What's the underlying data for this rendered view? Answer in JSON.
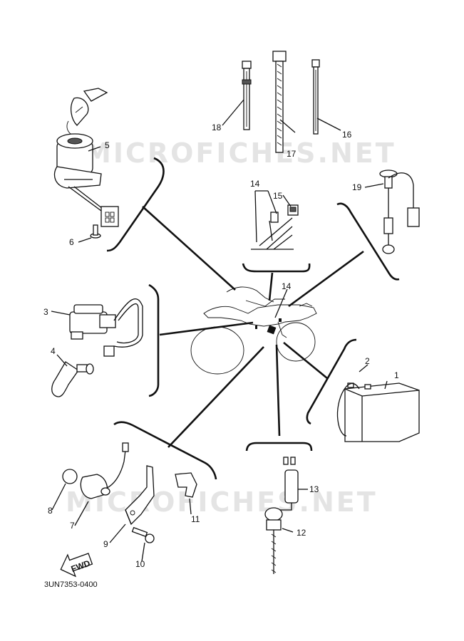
{
  "diagram": {
    "diagram_code": "3UN7353-0400",
    "watermark": "MICROFICHES.NET",
    "direction_marker": "FWD",
    "callouts": [
      {
        "id": "c1",
        "label": "1"
      },
      {
        "id": "c2",
        "label": "2"
      },
      {
        "id": "c3",
        "label": "3"
      },
      {
        "id": "c4",
        "label": "4"
      },
      {
        "id": "c5",
        "label": "5"
      },
      {
        "id": "c6",
        "label": "6"
      },
      {
        "id": "c7",
        "label": "7"
      },
      {
        "id": "c8",
        "label": "8"
      },
      {
        "id": "c9",
        "label": "9"
      },
      {
        "id": "c10",
        "label": "10"
      },
      {
        "id": "c11",
        "label": "11"
      },
      {
        "id": "c12",
        "label": "12"
      },
      {
        "id": "c13",
        "label": "13"
      },
      {
        "id": "c14a",
        "label": "14"
      },
      {
        "id": "c14b",
        "label": "14"
      },
      {
        "id": "c15",
        "label": "15"
      },
      {
        "id": "c16",
        "label": "16"
      },
      {
        "id": "c17",
        "label": "17"
      },
      {
        "id": "c18",
        "label": "18"
      },
      {
        "id": "c19",
        "label": "19"
      }
    ]
  }
}
